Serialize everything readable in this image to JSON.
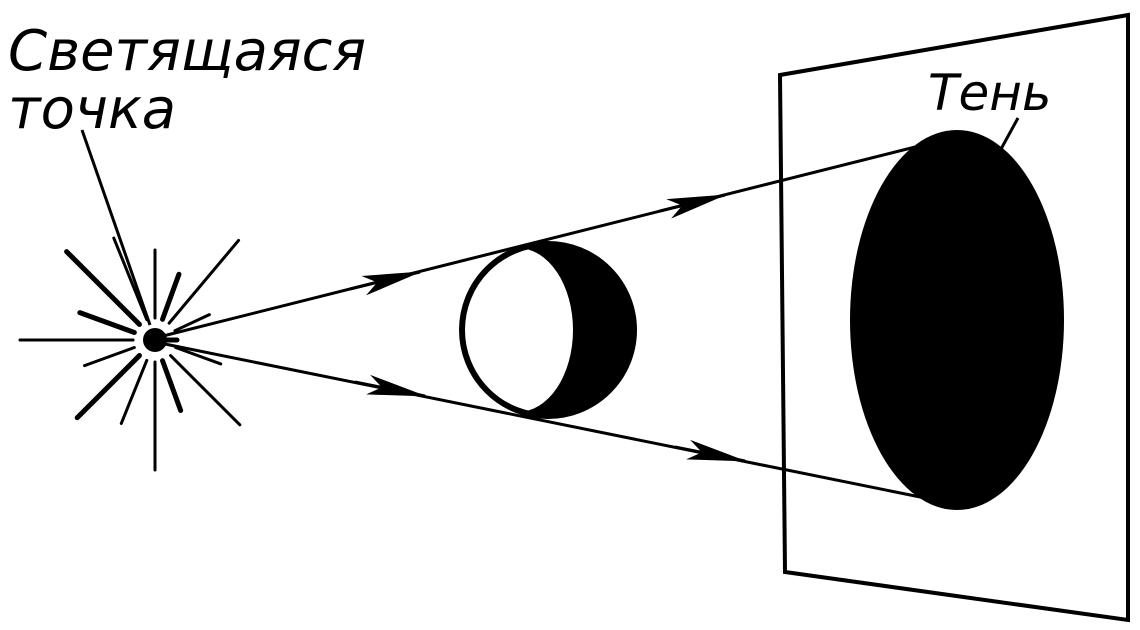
{
  "labels": {
    "light_source": [
      "Светящаяся",
      "точка"
    ],
    "shadow": "Тень"
  },
  "colors": {
    "ink": "#000000",
    "paper": "#ffffff"
  }
}
